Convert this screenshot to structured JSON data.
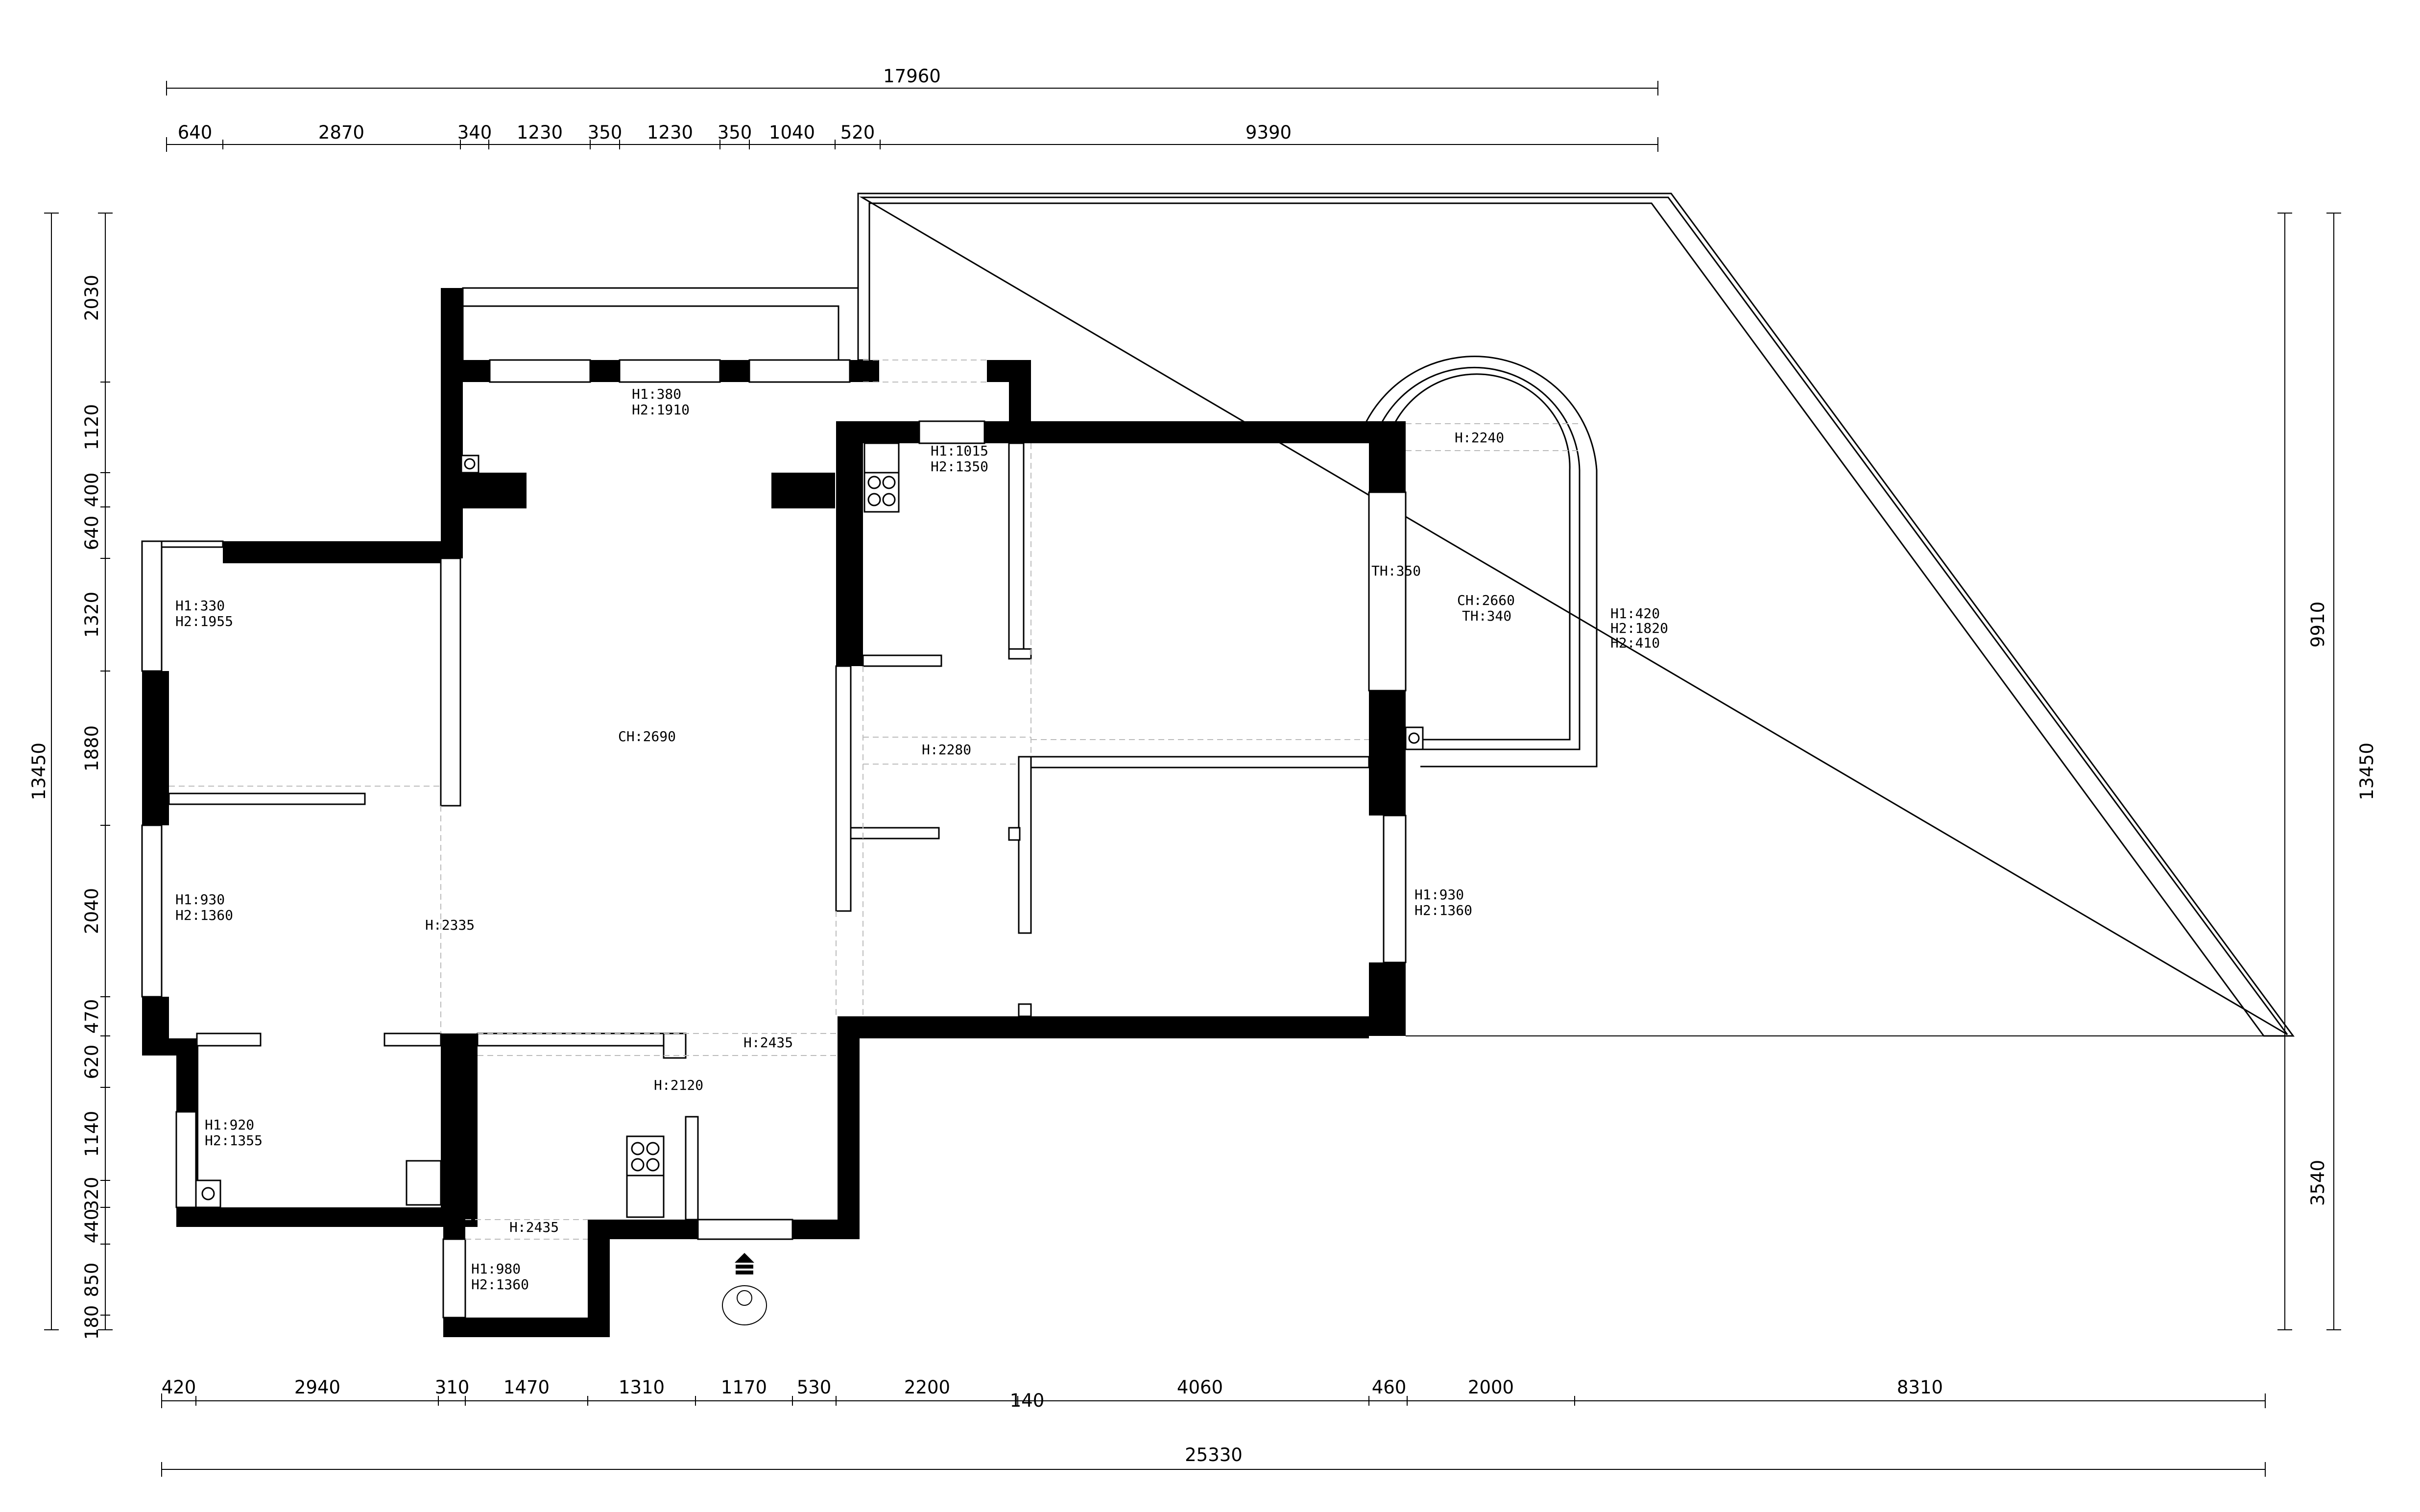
{
  "drawing": {
    "top_overall": "17960",
    "top_segments": [
      "640",
      "2870",
      "340",
      "1230",
      "350",
      "1230",
      "350",
      "1040",
      "520",
      "9390"
    ],
    "bottom_overall": "25330",
    "bottom_segments": [
      "420",
      "2940",
      "310",
      "1470",
      "1310",
      "1170",
      "530",
      "2200",
      "4060",
      "460",
      "2000",
      "8310"
    ],
    "bottom_extra": "140",
    "left_overall": "13450",
    "left_segments": [
      "2030",
      "1120",
      "400",
      "640",
      "1320",
      "1880",
      "2040",
      "470",
      "620",
      "1140",
      "320",
      "440",
      "850",
      "180"
    ],
    "right_overall": "13450",
    "right_segments": [
      "9910",
      "3540"
    ]
  },
  "labels": {
    "top_window": [
      "H1:380",
      "H2:1910"
    ],
    "kitchen_window": [
      "H1:1015",
      "H2:1350"
    ],
    "west_window_upper": [
      "H1:330",
      "H2:1955"
    ],
    "west_window_lower": [
      "H1:930",
      "H2:1360"
    ],
    "east_window_lower": [
      "H1:930",
      "H2:1360"
    ],
    "sw_window": [
      "H1:920",
      "H2:1355"
    ],
    "bottom_window": [
      "H1:980",
      "H2:1360"
    ],
    "balcony": [
      "H1:420",
      "H2:1820",
      "H2:410"
    ],
    "bay": [
      "CH:2660",
      "TH:340"
    ],
    "th_350": "TH:350",
    "h_2240": "H:2240",
    "ch_2690": "CH:2690",
    "h_2280": "H:2280",
    "h_2335": "H:2335",
    "h_2435_a": "H:2435",
    "h_2120": "H:2120",
    "h_2435_b": "H:2435"
  }
}
